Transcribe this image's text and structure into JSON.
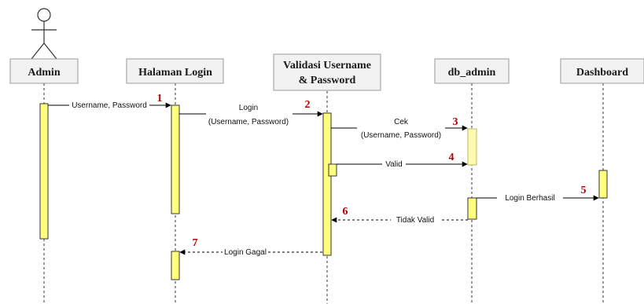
{
  "participants": {
    "admin": "Admin",
    "login_page": "Halaman Login",
    "validation_line1": "Validasi Username",
    "validation_line2": "& Password",
    "db": "db_admin",
    "dashboard": "Dashboard"
  },
  "messages": {
    "m1": {
      "label": "Username, Password",
      "num": "1"
    },
    "m2": {
      "label_line1": "Login",
      "label_line2": "(Username, Password)",
      "num": "2"
    },
    "m3": {
      "label_line1": "Cek",
      "label_line2": "(Username, Password)",
      "num": "3"
    },
    "m4": {
      "label": "Valid",
      "num": "4"
    },
    "m5": {
      "label": "Login Berhasil",
      "num": "5"
    },
    "m6": {
      "label": "Tidak Valid",
      "num": "6"
    },
    "m7": {
      "label": "Login Gagal",
      "num": "7"
    }
  },
  "colors": {
    "activation": "#ffff80",
    "number": "#b30000",
    "header_box": "#f2f2f2"
  }
}
